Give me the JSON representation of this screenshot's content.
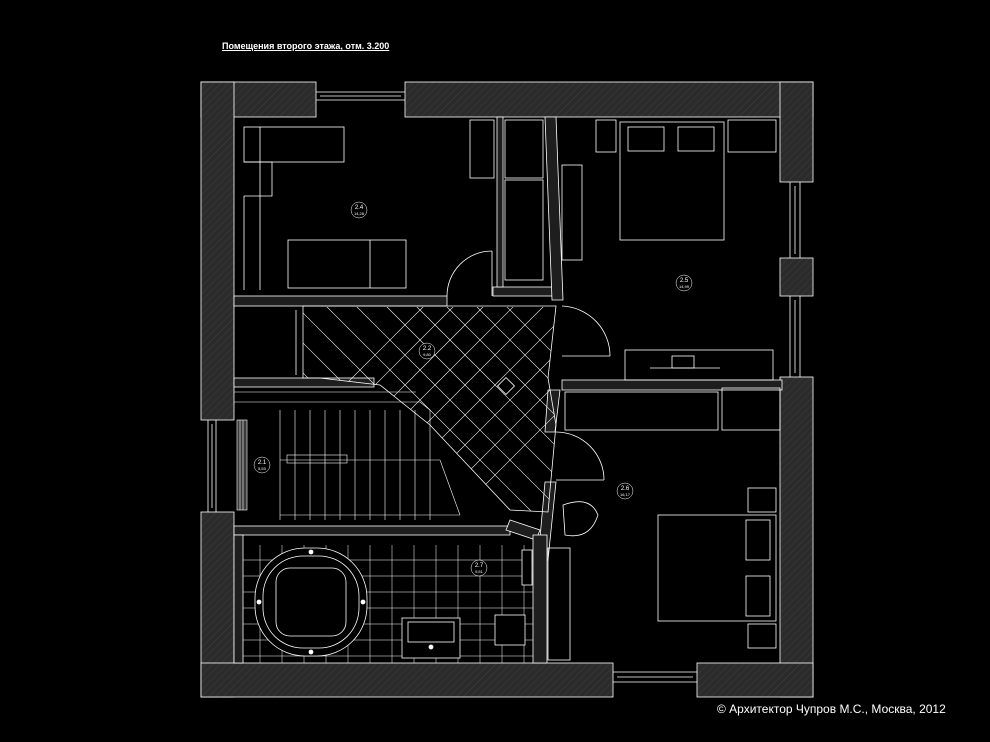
{
  "plan": {
    "title": "Помещения второго этажа, отм. 3.200",
    "copyright": "© Архитектор Чупров М.С., Москва, 2012"
  },
  "rooms": [
    {
      "id": "2.4",
      "num": "2.4",
      "area": "14,28"
    },
    {
      "id": "2.5",
      "num": "2.5",
      "area": "14,99"
    },
    {
      "id": "2.2",
      "num": "2.2",
      "area": "9,80"
    },
    {
      "id": "2.1",
      "num": "2.1",
      "area": "5,53"
    },
    {
      "id": "2.6",
      "num": "2.6",
      "area": "16,17"
    },
    {
      "id": "2.7",
      "num": "2.7",
      "area": "9,51"
    }
  ],
  "colors": {
    "background": "#000000",
    "wall": "#2f2f2f",
    "line": "#ffffff",
    "text": "#ffffff"
  }
}
